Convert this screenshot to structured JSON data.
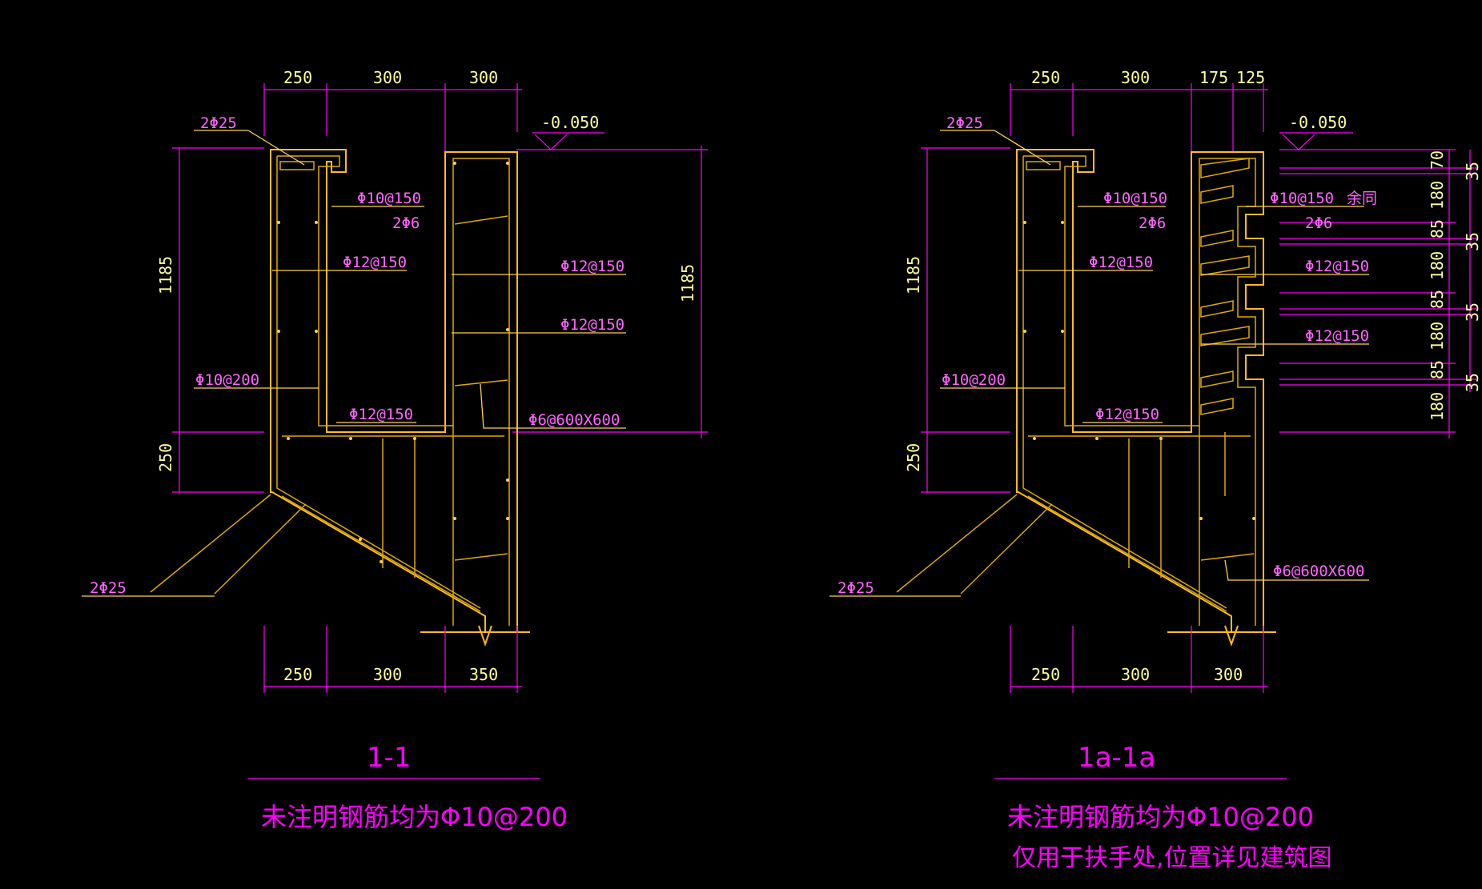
{
  "colors": {
    "background": "#000000",
    "concrete": "#ffbb22",
    "dimension": "#ff00ff",
    "text": "#ff66ff"
  },
  "sections": [
    {
      "title": "1-1",
      "top_dims": [
        "250",
        "300",
        "300"
      ],
      "bottom_dims": [
        "250",
        "300",
        "350"
      ],
      "left_dims": [
        "1185",
        "250"
      ],
      "right_dim": "1185",
      "elevation": "-0.050",
      "labels": {
        "top_bar": "2Φ25",
        "stirrup_top": "Φ10@150",
        "bars_2phi6": "2Φ6",
        "bar_12_a": "Φ12@150",
        "bar_12_b": "Φ12@150",
        "bar_12_c": "Φ12@150",
        "bar_10_200": "Φ10@200",
        "bar_12_bottom": "Φ12@150",
        "tie": "Φ6@600X600",
        "bottom_bar": "2Φ25"
      },
      "notes": [
        "未注明钢筋均为Φ10@200"
      ]
    },
    {
      "title": "1a-1a",
      "top_dims": [
        "250",
        "300",
        "175",
        "125"
      ],
      "bottom_dims": [
        "250",
        "300",
        "300"
      ],
      "left_dims": [
        "1185",
        "250"
      ],
      "elevation": "-0.050",
      "right_dims_a": [
        "70",
        "180",
        "85",
        "180",
        "85",
        "180",
        "85",
        "180"
      ],
      "right_dims_b": [
        "35",
        "35",
        "35",
        "35"
      ],
      "labels": {
        "top_bar": "2Φ25",
        "stirrup_top": "Φ10@150",
        "bars_2phi6": "2Φ6",
        "bar_12_a": "Φ12@150",
        "stirrup_right": "Φ10@150",
        "rest_same": "余同",
        "bars_2phi6_right": "2Φ6",
        "bar_12_right_a": "Φ12@150",
        "bar_12_right_b": "Φ12@150",
        "bar_10_200": "Φ10@200",
        "bar_12_bottom": "Φ12@150",
        "tie": "Φ6@600X600",
        "bottom_bar": "2Φ25"
      },
      "notes": [
        "未注明钢筋均为Φ10@200",
        "仅用于扶手处,位置详见建筑图"
      ]
    }
  ]
}
